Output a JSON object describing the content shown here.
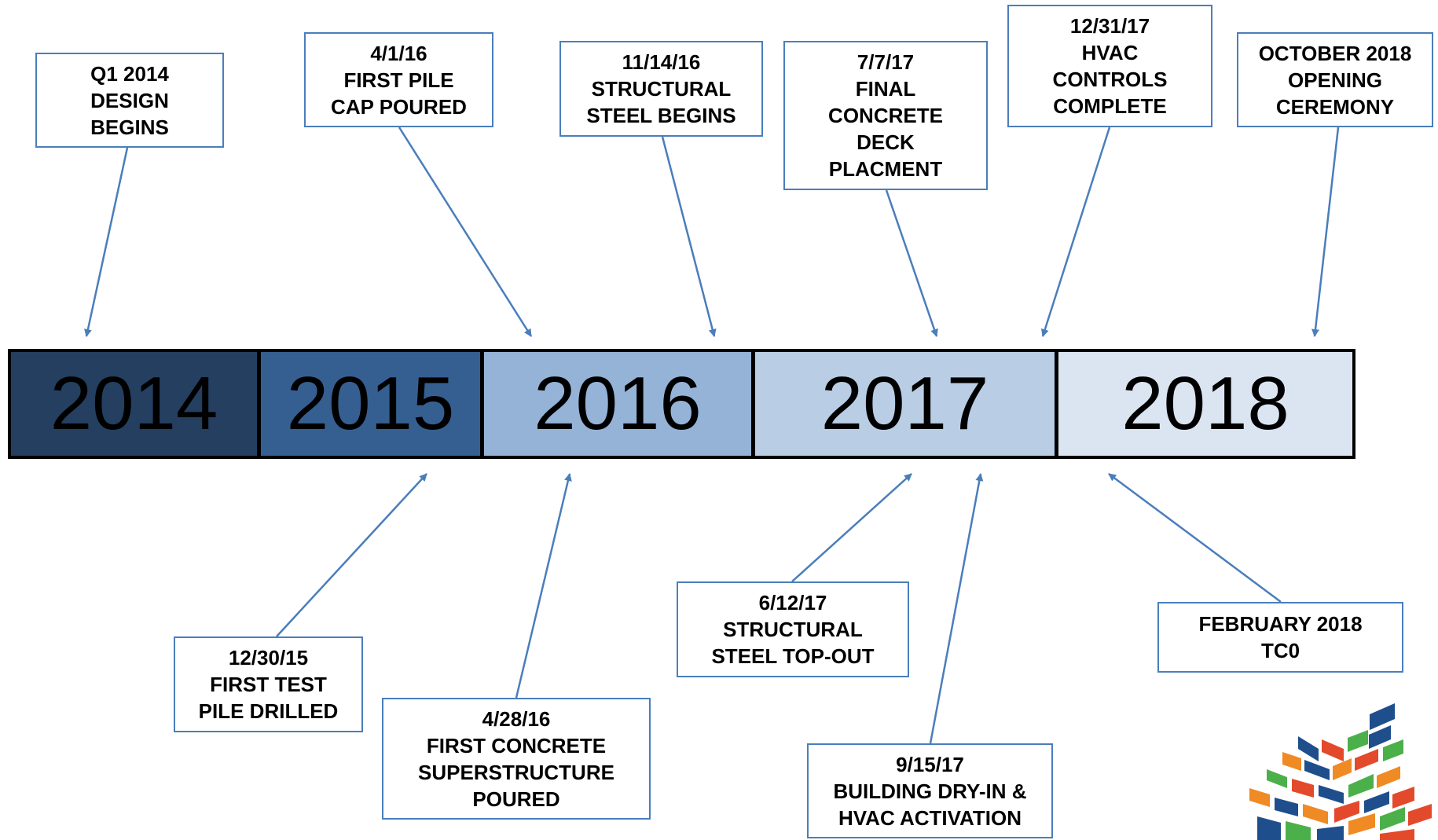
{
  "colors": {
    "arrow": "#4a7ebb",
    "border": "#4a7ebb",
    "year_2014": "#243f60",
    "year_2015": "#365f91",
    "year_2016": "#95b3d7",
    "year_2017": "#b9cde5",
    "year_2018": "#dbe5f1"
  },
  "timeline": {
    "years": [
      "2014",
      "2015",
      "2016",
      "2017",
      "2018"
    ]
  },
  "milestones_above": [
    {
      "date": "Q1 2014",
      "lines": [
        "DESIGN",
        "BEGINS"
      ]
    },
    {
      "date": "4/1/16",
      "lines": [
        "FIRST PILE",
        "CAP POURED"
      ]
    },
    {
      "date": "11/14/16",
      "lines": [
        "STRUCTURAL",
        "STEEL BEGINS"
      ]
    },
    {
      "date": "7/7/17",
      "lines": [
        "FINAL",
        "CONCRETE",
        "DECK",
        "PLACMENT"
      ]
    },
    {
      "date": "12/31/17",
      "lines": [
        "HVAC",
        "CONTROLS",
        "COMPLETE"
      ]
    },
    {
      "date": "OCTOBER 2018",
      "lines": [
        "OPENING",
        "CEREMONY"
      ]
    }
  ],
  "milestones_below": [
    {
      "date": "12/30/15",
      "lines": [
        "FIRST TEST",
        "PILE DRILLED"
      ]
    },
    {
      "date": "4/28/16",
      "lines": [
        "FIRST CONCRETE",
        "SUPERSTRUCTURE",
        "POURED"
      ]
    },
    {
      "date": "6/12/17",
      "lines": [
        "STRUCTURAL",
        "STEEL TOP-OUT"
      ]
    },
    {
      "date": "9/15/17",
      "lines": [
        "BUILDING DRY-IN &",
        "HVAC ACTIVATION"
      ]
    },
    {
      "date": "FEBRUARY 2018",
      "lines": [
        "TC0"
      ]
    }
  ],
  "logo": {
    "icon": "colorful-blocks-logo"
  }
}
